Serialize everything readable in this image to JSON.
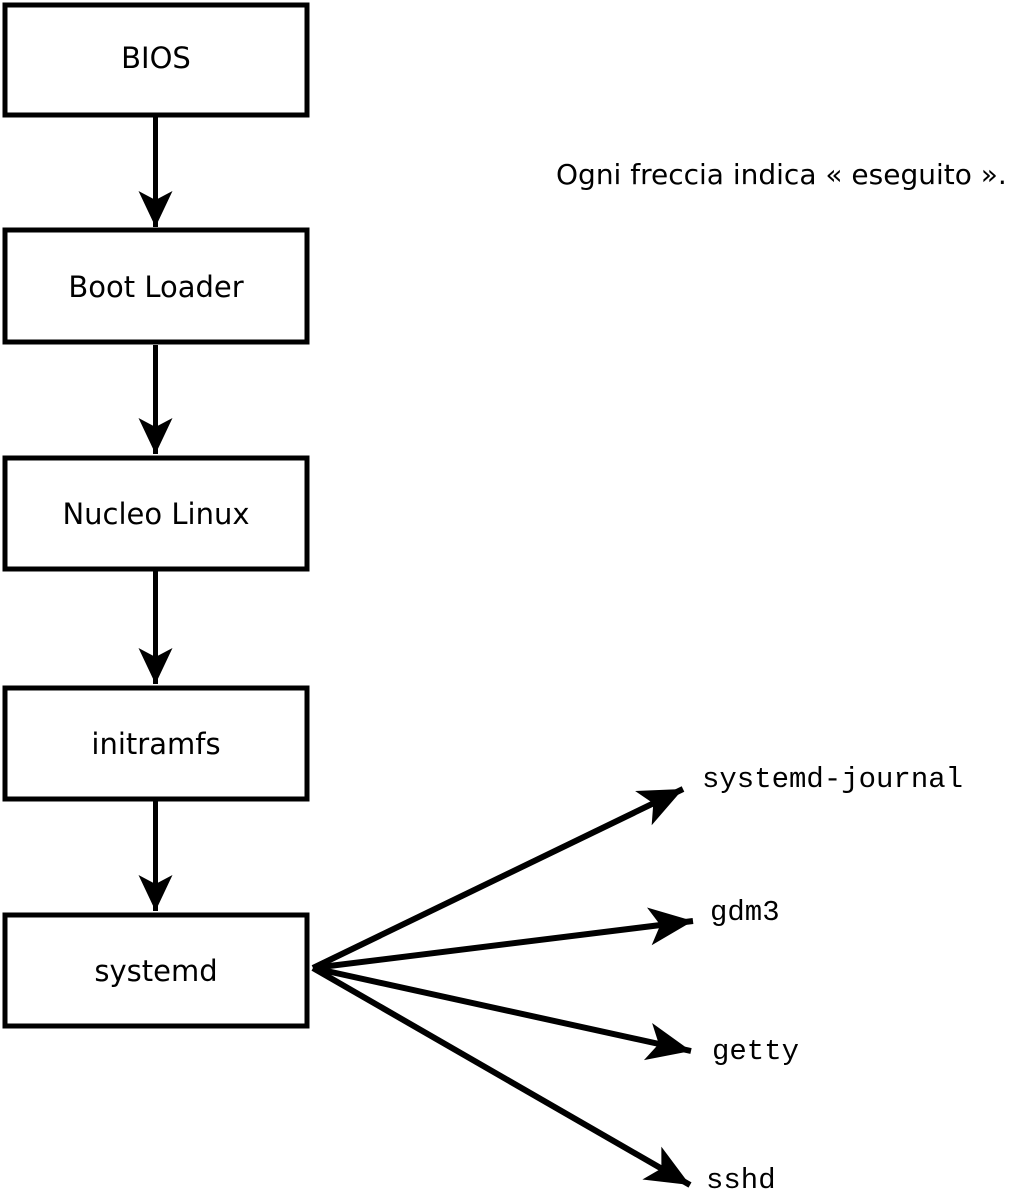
{
  "diagram": {
    "caption": "Ogni freccia indica « eseguito ».",
    "colors": {
      "line": "#000000",
      "box_fill": "#ffffff",
      "background": "#ffffff"
    },
    "boot_chain": [
      {
        "label": "BIOS"
      },
      {
        "label": "Boot Loader"
      },
      {
        "label": "Nucleo Linux"
      },
      {
        "label": "initramfs"
      },
      {
        "label": "systemd"
      }
    ],
    "spawned_services": [
      {
        "label": "systemd-journal"
      },
      {
        "label": "gdm3"
      },
      {
        "label": "getty"
      },
      {
        "label": "sshd"
      }
    ]
  }
}
